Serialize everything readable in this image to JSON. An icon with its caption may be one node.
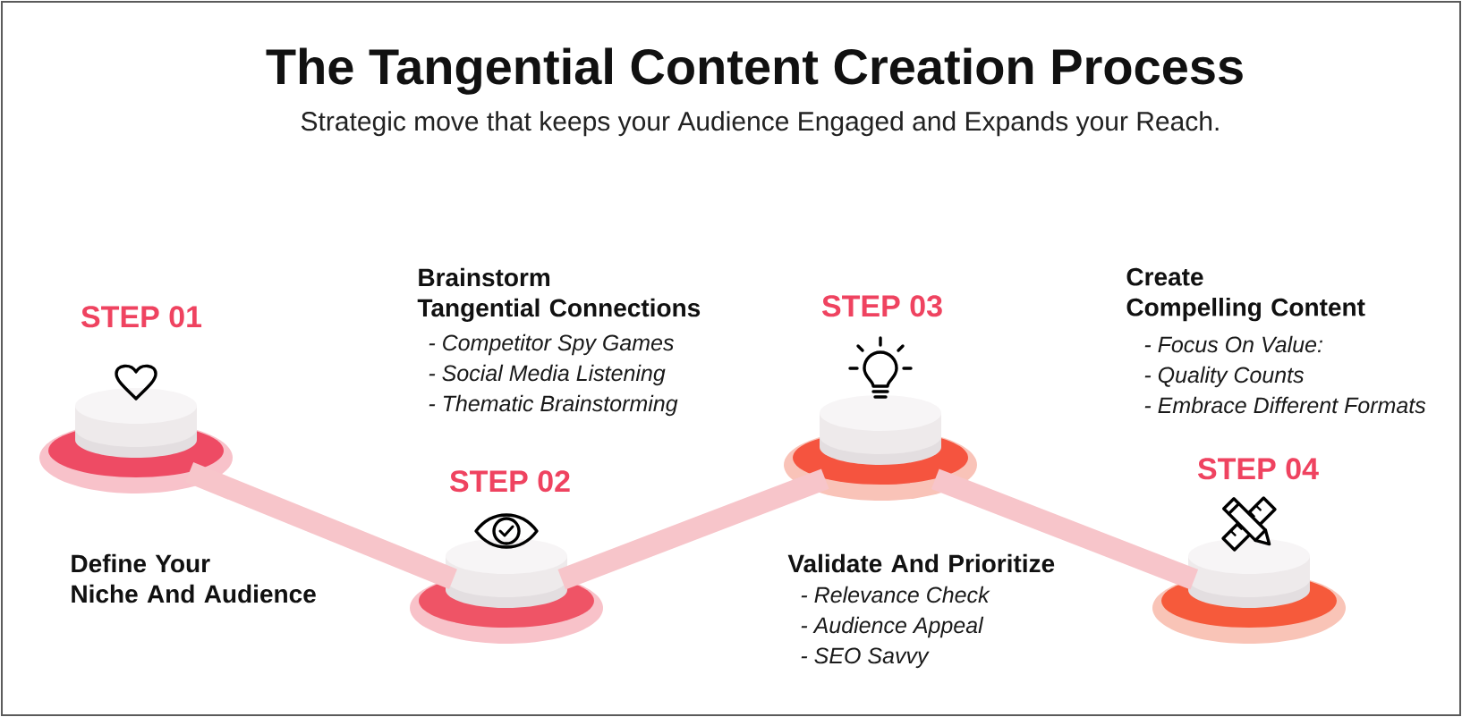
{
  "diagram": {
    "title": "The Tangential Content Creation Process",
    "nodes": [
      {
        "text": [
          "STEP 01"
        ],
        "beside": [
          "Define Your Niche And Audience"
        ]
      },
      {
        "text": [
          "STEP 02"
        ],
        "beside": [
          "Brainstorm Tangential Connections",
          "- Competitor Spy Games",
          "- Social Media Listening",
          "- Thematic Brainstorming"
        ]
      },
      {
        "text": [
          "STEP 03"
        ],
        "beside": [
          "Validate And Prioritize",
          "- Relevance Check",
          "- Audience Appeal",
          "- SEO Savvy"
        ]
      },
      {
        "text": [
          "STEP 04"
        ],
        "beside": [
          "Create Compelling Content",
          "- Focus On Value:",
          "- Quality Counts",
          "- Embrace Different Formats"
        ]
      }
    ],
    "edges": [
      {
        "from": 0,
        "to": 1,
        "arrow": "none"
      },
      {
        "from": 1,
        "to": 2,
        "arrow": "none"
      },
      {
        "from": 2,
        "to": 3,
        "arrow": "none"
      }
    ],
    "labels": [
      "Strategic move that keeps your Audience Engaged and Expands your Reach."
    ]
  }
}
